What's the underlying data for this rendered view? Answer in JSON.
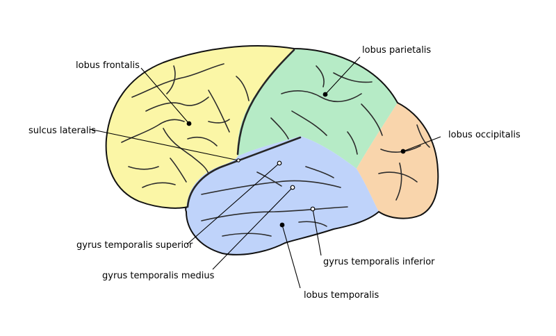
{
  "labels": {
    "lobus_frontalis": "lobus frontalis",
    "lobus_parietalis": "lobus parietalis",
    "sulcus_lateralis": "sulcus lateralis",
    "lobus_occipitalis": "lobus occipitalis",
    "gyrus_temporalis_superior": "gyrus temporalis superior",
    "gyrus_temporalis_medius": "gyrus temporalis medius",
    "gyrus_temporalis_inferior": "gyrus temporalis inferior",
    "lobus_temporalis": "lobus temporalis"
  },
  "colors": {
    "frontal": "#fbf6a6",
    "parietal": "#b6ebc6",
    "occipital": "#f9d5ac",
    "temporal": "#bfd3fa"
  }
}
